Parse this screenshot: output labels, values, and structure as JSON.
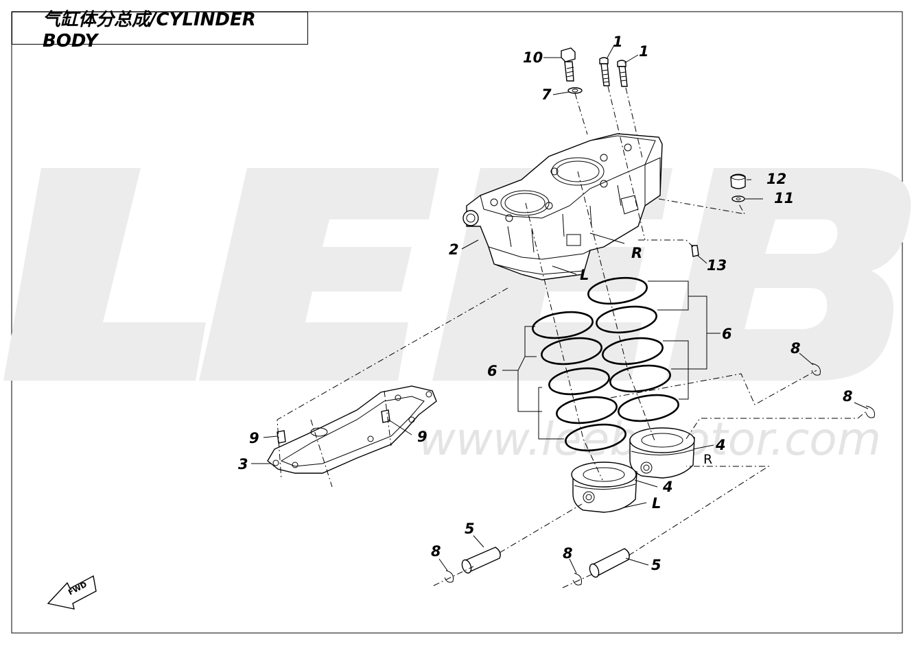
{
  "title": "气缸体分总成/CYLINDER BODY",
  "watermark": {
    "brand": "LEEB",
    "url": "www.leebmotor.com"
  },
  "fwd_label": "FWD",
  "callouts": {
    "c1a": "1",
    "c1b": "1",
    "c2": "2",
    "c3": "3",
    "c4a": "4",
    "c4b": "4",
    "c5a": "5",
    "c5b": "5",
    "c6a": "6",
    "c6b": "6",
    "c7": "7",
    "c8a": "8",
    "c8b": "8",
    "c8c": "8",
    "c8d": "8",
    "c9a": "9",
    "c9b": "9",
    "c10": "10",
    "c11": "11",
    "c12": "12",
    "c13": "13"
  },
  "side_labels": {
    "cyl_r": "R",
    "cyl_l": "L",
    "piston_r": "R",
    "piston_l": "L"
  },
  "colors": {
    "line": "#000000",
    "watermark": "#e4e4e4",
    "background": "#ffffff"
  }
}
